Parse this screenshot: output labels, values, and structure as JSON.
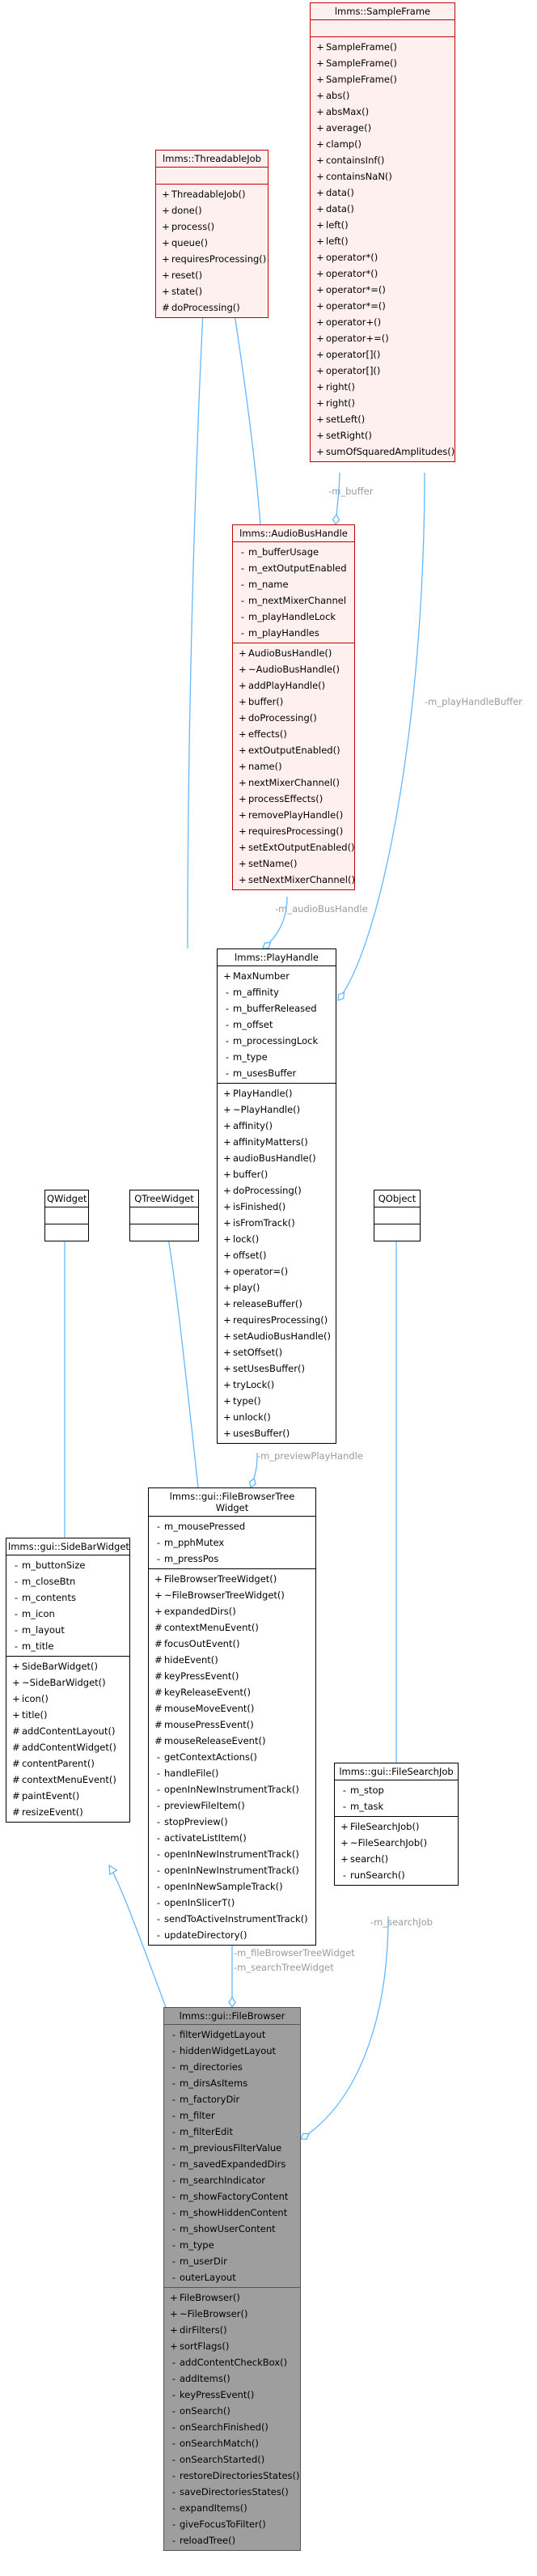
{
  "classes": {
    "sampleframe": {
      "title": "lmms::SampleFrame",
      "attributes": [],
      "methods": [
        {
          "v": "+",
          "n": "SampleFrame()"
        },
        {
          "v": "+",
          "n": "SampleFrame()"
        },
        {
          "v": "+",
          "n": "SampleFrame()"
        },
        {
          "v": "+",
          "n": "abs()"
        },
        {
          "v": "+",
          "n": "absMax()"
        },
        {
          "v": "+",
          "n": "average()"
        },
        {
          "v": "+",
          "n": "clamp()"
        },
        {
          "v": "+",
          "n": "containsInf()"
        },
        {
          "v": "+",
          "n": "containsNaN()"
        },
        {
          "v": "+",
          "n": "data()"
        },
        {
          "v": "+",
          "n": "data()"
        },
        {
          "v": "+",
          "n": "left()"
        },
        {
          "v": "+",
          "n": "left()"
        },
        {
          "v": "+",
          "n": "operator*()"
        },
        {
          "v": "+",
          "n": "operator*()"
        },
        {
          "v": "+",
          "n": "operator*=()"
        },
        {
          "v": "+",
          "n": "operator*=()"
        },
        {
          "v": "+",
          "n": "operator+()"
        },
        {
          "v": "+",
          "n": "operator+=()"
        },
        {
          "v": "+",
          "n": "operator[]()"
        },
        {
          "v": "+",
          "n": "operator[]()"
        },
        {
          "v": "+",
          "n": "right()"
        },
        {
          "v": "+",
          "n": "right()"
        },
        {
          "v": "+",
          "n": "setLeft()"
        },
        {
          "v": "+",
          "n": "setRight()"
        },
        {
          "v": "+",
          "n": "sumOfSquaredAmplitudes()"
        }
      ]
    },
    "threadablejob": {
      "title": "lmms::ThreadableJob",
      "attributes": [],
      "methods": [
        {
          "v": "+",
          "n": "ThreadableJob()"
        },
        {
          "v": "+",
          "n": "done()"
        },
        {
          "v": "+",
          "n": "process()"
        },
        {
          "v": "+",
          "n": "queue()"
        },
        {
          "v": "+",
          "n": "requiresProcessing()"
        },
        {
          "v": "+",
          "n": "reset()"
        },
        {
          "v": "+",
          "n": "state()"
        },
        {
          "v": "#",
          "n": "doProcessing()"
        }
      ]
    },
    "audiobushandle": {
      "title": "lmms::AudioBusHandle",
      "attributes": [
        {
          "v": "-",
          "n": "m_bufferUsage"
        },
        {
          "v": "-",
          "n": "m_extOutputEnabled"
        },
        {
          "v": "-",
          "n": "m_name"
        },
        {
          "v": "-",
          "n": "m_nextMixerChannel"
        },
        {
          "v": "-",
          "n": "m_playHandleLock"
        },
        {
          "v": "-",
          "n": "m_playHandles"
        }
      ],
      "methods": [
        {
          "v": "+",
          "n": "AudioBusHandle()"
        },
        {
          "v": "+",
          "n": "~AudioBusHandle()"
        },
        {
          "v": "+",
          "n": "addPlayHandle()"
        },
        {
          "v": "+",
          "n": "buffer()"
        },
        {
          "v": "+",
          "n": "doProcessing()"
        },
        {
          "v": "+",
          "n": "effects()"
        },
        {
          "v": "+",
          "n": "extOutputEnabled()"
        },
        {
          "v": "+",
          "n": "name()"
        },
        {
          "v": "+",
          "n": "nextMixerChannel()"
        },
        {
          "v": "+",
          "n": "processEffects()"
        },
        {
          "v": "+",
          "n": "removePlayHandle()"
        },
        {
          "v": "+",
          "n": "requiresProcessing()"
        },
        {
          "v": "+",
          "n": "setExtOutputEnabled()"
        },
        {
          "v": "+",
          "n": "setName()"
        },
        {
          "v": "+",
          "n": "setNextMixerChannel()"
        }
      ]
    },
    "playhandle": {
      "title": "lmms::PlayHandle",
      "attributes": [
        {
          "v": "+",
          "n": "MaxNumber"
        },
        {
          "v": "-",
          "n": "m_affinity"
        },
        {
          "v": "-",
          "n": "m_bufferReleased"
        },
        {
          "v": "-",
          "n": "m_offset"
        },
        {
          "v": "-",
          "n": "m_processingLock"
        },
        {
          "v": "-",
          "n": "m_type"
        },
        {
          "v": "-",
          "n": "m_usesBuffer"
        }
      ],
      "methods": [
        {
          "v": "+",
          "n": "PlayHandle()"
        },
        {
          "v": "+",
          "n": "~PlayHandle()"
        },
        {
          "v": "+",
          "n": "affinity()"
        },
        {
          "v": "+",
          "n": "affinityMatters()"
        },
        {
          "v": "+",
          "n": "audioBusHandle()"
        },
        {
          "v": "+",
          "n": "buffer()"
        },
        {
          "v": "+",
          "n": "doProcessing()"
        },
        {
          "v": "+",
          "n": "isFinished()"
        },
        {
          "v": "+",
          "n": "isFromTrack()"
        },
        {
          "v": "+",
          "n": "lock()"
        },
        {
          "v": "+",
          "n": "offset()"
        },
        {
          "v": "+",
          "n": "operator=()"
        },
        {
          "v": "+",
          "n": "play()"
        },
        {
          "v": "+",
          "n": "releaseBuffer()"
        },
        {
          "v": "+",
          "n": "requiresProcessing()"
        },
        {
          "v": "+",
          "n": "setAudioBusHandle()"
        },
        {
          "v": "+",
          "n": "setOffset()"
        },
        {
          "v": "+",
          "n": "setUsesBuffer()"
        },
        {
          "v": "+",
          "n": "tryLock()"
        },
        {
          "v": "+",
          "n": "type()"
        },
        {
          "v": "+",
          "n": "unlock()"
        },
        {
          "v": "+",
          "n": "usesBuffer()"
        }
      ]
    },
    "qwidget": {
      "title": "QWidget",
      "attributes": [],
      "methods": []
    },
    "qtreewidget": {
      "title": "QTreeWidget",
      "attributes": [],
      "methods": []
    },
    "qobject": {
      "title": "QObject",
      "attributes": [],
      "methods": []
    },
    "filebrowsertreewidget": {
      "title": "lmms::gui::FileBrowserTree\nWidget",
      "attributes": [
        {
          "v": "-",
          "n": "m_mousePressed"
        },
        {
          "v": "-",
          "n": "m_pphMutex"
        },
        {
          "v": "-",
          "n": "m_pressPos"
        }
      ],
      "methods": [
        {
          "v": "+",
          "n": "FileBrowserTreeWidget()"
        },
        {
          "v": "+",
          "n": "~FileBrowserTreeWidget()"
        },
        {
          "v": "+",
          "n": "expandedDirs()"
        },
        {
          "v": "#",
          "n": "contextMenuEvent()"
        },
        {
          "v": "#",
          "n": "focusOutEvent()"
        },
        {
          "v": "#",
          "n": "hideEvent()"
        },
        {
          "v": "#",
          "n": "keyPressEvent()"
        },
        {
          "v": "#",
          "n": "keyReleaseEvent()"
        },
        {
          "v": "#",
          "n": "mouseMoveEvent()"
        },
        {
          "v": "#",
          "n": "mousePressEvent()"
        },
        {
          "v": "#",
          "n": "mouseReleaseEvent()"
        },
        {
          "v": "-",
          "n": "getContextActions()"
        },
        {
          "v": "-",
          "n": "handleFile()"
        },
        {
          "v": "-",
          "n": "openInNewInstrumentTrack()"
        },
        {
          "v": "-",
          "n": "previewFileItem()"
        },
        {
          "v": "-",
          "n": "stopPreview()"
        },
        {
          "v": "-",
          "n": "activateListItem()"
        },
        {
          "v": "-",
          "n": "openInNewInstrumentTrack()"
        },
        {
          "v": "-",
          "n": "openInNewInstrumentTrack()"
        },
        {
          "v": "-",
          "n": "openInNewSampleTrack()"
        },
        {
          "v": "-",
          "n": "openInSlicerT()"
        },
        {
          "v": "-",
          "n": "sendToActiveInstrumentTrack()"
        },
        {
          "v": "-",
          "n": "updateDirectory()"
        }
      ]
    },
    "sidebarwidget": {
      "title": "lmms::gui::SideBarWidget",
      "attributes": [
        {
          "v": "-",
          "n": "m_buttonSize"
        },
        {
          "v": "-",
          "n": "m_closeBtn"
        },
        {
          "v": "-",
          "n": "m_contents"
        },
        {
          "v": "-",
          "n": "m_icon"
        },
        {
          "v": "-",
          "n": "m_layout"
        },
        {
          "v": "-",
          "n": "m_title"
        }
      ],
      "methods": [
        {
          "v": "+",
          "n": "SideBarWidget()"
        },
        {
          "v": "+",
          "n": "~SideBarWidget()"
        },
        {
          "v": "+",
          "n": "icon()"
        },
        {
          "v": "+",
          "n": "title()"
        },
        {
          "v": "#",
          "n": "addContentLayout()"
        },
        {
          "v": "#",
          "n": "addContentWidget()"
        },
        {
          "v": "#",
          "n": "contentParent()"
        },
        {
          "v": "#",
          "n": "contextMenuEvent()"
        },
        {
          "v": "#",
          "n": "paintEvent()"
        },
        {
          "v": "#",
          "n": "resizeEvent()"
        }
      ]
    },
    "filesearchjob": {
      "title": "lmms::gui::FileSearchJob",
      "attributes": [
        {
          "v": "-",
          "n": "m_stop"
        },
        {
          "v": "-",
          "n": "m_task"
        }
      ],
      "methods": [
        {
          "v": "+",
          "n": "FileSearchJob()"
        },
        {
          "v": "+",
          "n": "~FileSearchJob()"
        },
        {
          "v": "+",
          "n": "search()"
        },
        {
          "v": "-",
          "n": "runSearch()"
        }
      ]
    },
    "filebrowser": {
      "title": "lmms::gui::FileBrowser",
      "attributes": [
        {
          "v": "-",
          "n": "filterWidgetLayout"
        },
        {
          "v": "-",
          "n": "hiddenWidgetLayout"
        },
        {
          "v": "-",
          "n": "m_directories"
        },
        {
          "v": "-",
          "n": "m_dirsAsItems"
        },
        {
          "v": "-",
          "n": "m_factoryDir"
        },
        {
          "v": "-",
          "n": "m_filter"
        },
        {
          "v": "-",
          "n": "m_filterEdit"
        },
        {
          "v": "-",
          "n": "m_previousFilterValue"
        },
        {
          "v": "-",
          "n": "m_savedExpandedDirs"
        },
        {
          "v": "-",
          "n": "m_searchIndicator"
        },
        {
          "v": "-",
          "n": "m_showFactoryContent"
        },
        {
          "v": "-",
          "n": "m_showHiddenContent"
        },
        {
          "v": "-",
          "n": "m_showUserContent"
        },
        {
          "v": "-",
          "n": "m_type"
        },
        {
          "v": "-",
          "n": "m_userDir"
        },
        {
          "v": "-",
          "n": "outerLayout"
        }
      ],
      "methods": [
        {
          "v": "+",
          "n": "FileBrowser()"
        },
        {
          "v": "+",
          "n": "~FileBrowser()"
        },
        {
          "v": "+",
          "n": "dirFilters()"
        },
        {
          "v": "+",
          "n": "sortFlags()"
        },
        {
          "v": "-",
          "n": "addContentCheckBox()"
        },
        {
          "v": "-",
          "n": "addItems()"
        },
        {
          "v": "-",
          "n": "keyPressEvent()"
        },
        {
          "v": "-",
          "n": "onSearch()"
        },
        {
          "v": "-",
          "n": "onSearchFinished()"
        },
        {
          "v": "-",
          "n": "onSearchMatch()"
        },
        {
          "v": "-",
          "n": "onSearchStarted()"
        },
        {
          "v": "-",
          "n": "restoreDirectoriesStates()"
        },
        {
          "v": "-",
          "n": "saveDirectoriesStates()"
        },
        {
          "v": "-",
          "n": "expandItems()"
        },
        {
          "v": "-",
          "n": "giveFocusToFilter()"
        },
        {
          "v": "-",
          "n": "reloadTree()"
        }
      ]
    }
  },
  "edge_labels": {
    "m_buffer": "-m_buffer",
    "m_playHandleBuffer": "-m_playHandleBuffer",
    "m_audioBusHandle": "-m_audioBusHandle",
    "m_previewPlayHandle": "-m_previewPlayHandle",
    "m_fileBrowserTreeWidget": "-m_fileBrowserTreeWidget",
    "m_searchTreeWidget": "-m_searchTreeWidget",
    "m_searchJob": "-m_searchJob"
  },
  "colors": {
    "edge": "#63b8ff",
    "edge_label": "#9a9a9a",
    "highlight_border": "#c10000",
    "highlight_fill": "#fff0f0",
    "focus_fill": "#9e9e9e"
  }
}
